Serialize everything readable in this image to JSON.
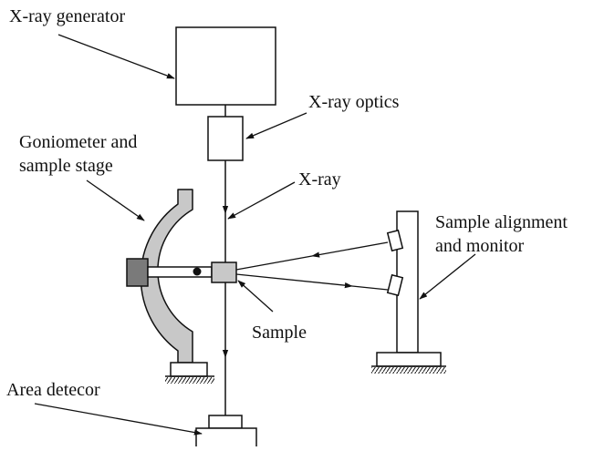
{
  "labels": {
    "xray_generator": "X-ray generator",
    "xray_optics": "X-ray optics",
    "goniometer_line1": "Goniometer and",
    "goniometer_line2": "sample stage",
    "xray": "X-ray",
    "sample_alignment_line1": "Sample alignment",
    "sample_alignment_line2": "and monitor",
    "sample": "Sample",
    "area_detector": "Area detecor"
  },
  "colors": {
    "line": "#111111",
    "arc_fill": "#c8c8c8",
    "block_dark": "#7a7a7a",
    "sample_fill": "#c8c8c8"
  }
}
